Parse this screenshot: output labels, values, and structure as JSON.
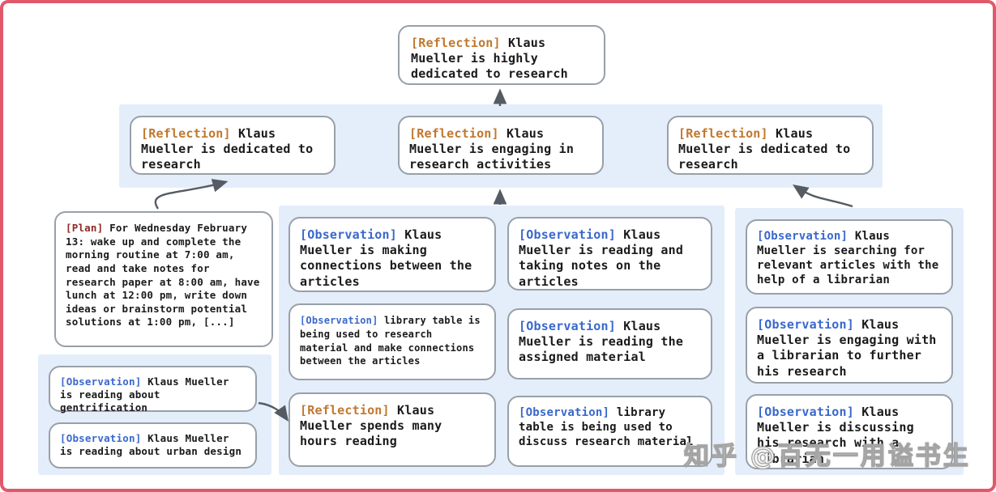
{
  "watermark": "知乎 @百无一用谥书生",
  "colors": {
    "frame_border": "#e0596a",
    "band_background": "#e4eefb",
    "box_border": "#98a0a8",
    "body_text": "#1a1a1c",
    "reflection_tag": "#c0782f",
    "observation_tag": "#3a68cc",
    "plan_tag": "#8e2b28",
    "arrow": "#555b63"
  },
  "nodes": {
    "root": {
      "tag": "[Reflection]",
      "body": "Klaus Mueller is highly dedicated to research"
    },
    "reflection_left": {
      "tag": "[Reflection]",
      "body": "Klaus Mueller is dedicated to research"
    },
    "reflection_mid": {
      "tag": "[Reflection]",
      "body": "Klaus Mueller is engaging in research activities"
    },
    "reflection_right": {
      "tag": "[Reflection]",
      "body": "Klaus Mueller is dedicated to research"
    },
    "plan": {
      "tag": "[Plan]",
      "body": "For Wednesday February 13: wake up and complete the morning routine at 7:00 am, read and take notes for research paper at 8:00 am, have lunch at 12:00 pm, write down ideas or brainstorm potential solutions at 1:00 pm, [...]"
    },
    "obs_gentrification": {
      "tag": "[Observation]",
      "body": "Klaus Mueller is reading about gentrification"
    },
    "obs_urban_design": {
      "tag": "[Observation]",
      "body": "Klaus Mueller is reading about urban design"
    },
    "obs_connections": {
      "tag": "[Observation]",
      "body": "Klaus Mueller is making connections between the articles"
    },
    "obs_library_research": {
      "tag": "[Observation]",
      "body": "library table is being used to research material and make connections between the articles"
    },
    "reflection_hours": {
      "tag": "[Reflection]",
      "body": "Klaus Mueller spends many hours reading"
    },
    "obs_taking_notes": {
      "tag": "[Observation]",
      "body": "Klaus Mueller is reading and taking notes on the articles"
    },
    "obs_assigned_material": {
      "tag": "[Observation]",
      "body": "Klaus Mueller is reading the assigned material"
    },
    "obs_library_discuss": {
      "tag": "[Observation]",
      "body": "library table is being used to discuss research material"
    },
    "obs_searching": {
      "tag": "[Observation]",
      "body": "Klaus Mueller is searching for relevant articles with the help of a librarian"
    },
    "obs_engaging_librarian": {
      "tag": "[Observation]",
      "body": "Klaus Mueller is engaging with a librarian to further his research"
    },
    "obs_discussing": {
      "tag": "[Observation]",
      "body": "Klaus Mueller is discussing his research with a librarian"
    }
  }
}
